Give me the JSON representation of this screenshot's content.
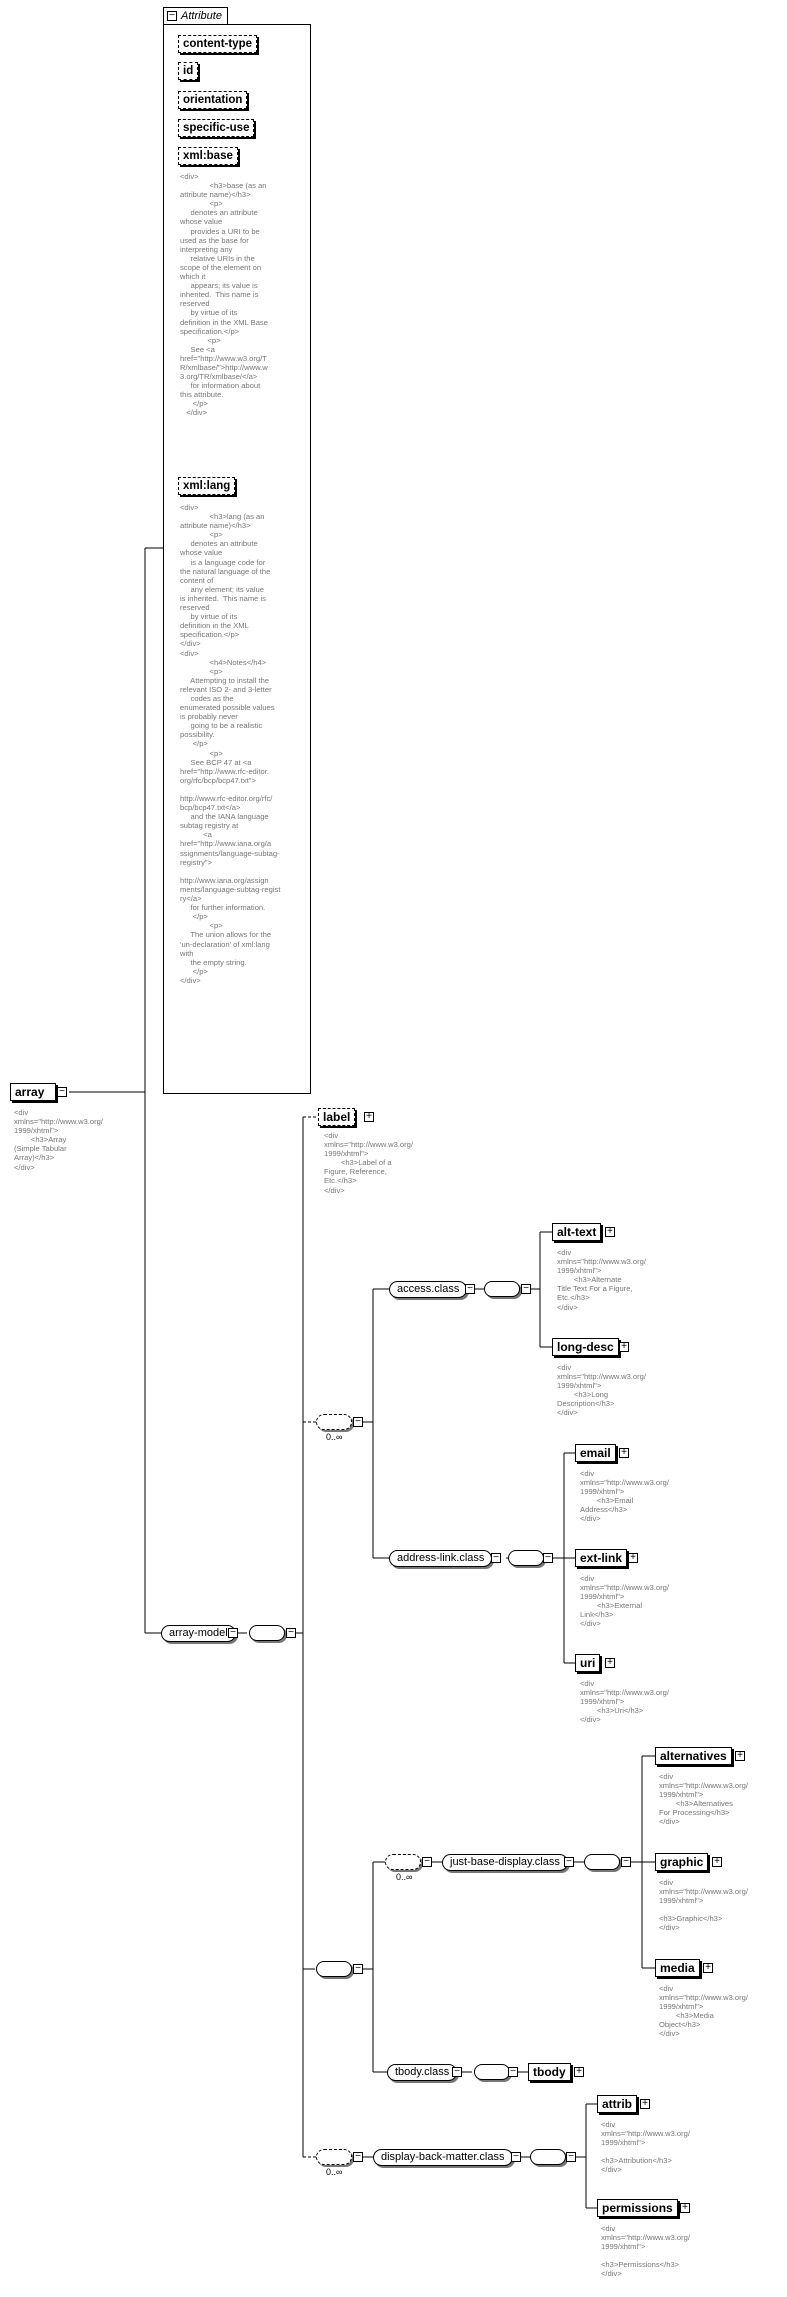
{
  "attribute_group": {
    "title": "Attribute",
    "attributes": [
      {
        "name": "content-type"
      },
      {
        "name": "id"
      },
      {
        "name": "orientation"
      },
      {
        "name": "specific-use"
      },
      {
        "name": "xml:base",
        "doc": "<div>\n              <h3>base (as an\nattribute name)</h3>\n              <p>\n     denotes an attribute\nwhose value\n     provides a URI to be\nused as the base for\ninterpreting any\n     relative URIs in the\nscope of the element on\nwhich it\n     appears; its value is\ninherited.  This name is\nreserved\n     by virtue of its\ndefinition in the XML Base\nspecification.</p>\n             <p>\n     See <a\nhref=\"http://www.w3.org/T\nR/xmlbase/\">http://www.w\n3.org/TR/xmlbase/</a>\n     for information about\nthis attribute.\n      </p>\n   </div>"
      },
      {
        "name": "xml:lang",
        "doc": "<div>\n              <h3>lang (as an\nattribute name)</h3>\n              <p>\n     denotes an attribute\nwhose value\n     is a language code for\nthe natural language of the\ncontent of\n     any element; its value\nis inherited.  This name is\nreserved\n     by virtue of its\ndefinition in the XML\nspecification.</p>\n</div>\n<div>\n              <h4>Notes</h4>\n              <p>\n     Attempting to install the\nrelevant ISO 2- and 3-letter\n     codes as the\nenumerated possible values\nis probably never\n     going to be a realistic\npossibility.\n      </p>\n              <p>\n     See BCP 47 at <a\nhref=\"http://www.rfc-editor.\norg/rfc/bcp/bcp47.txt\">\n\nhttp://www.rfc-editor.org/rfc/\nbcp/bcp47.txt</a>\n     and the IANA language\nsubtag registry at\n           <a\nhref=\"http://www.iana.org/a\nssignments/language-subtag-\nregistry\">\n\nhttp://www.iana.org/assign\nments/language-subtag-regist\nry</a>\n     for further information.\n      </p>\n              <p>\n     The union allows for the\n'un-declaration' of xml:lang\nwith\n     the empty string.\n      </p>\n</div>"
      }
    ]
  },
  "root": {
    "name": "array",
    "doc": "<div\nxmlns=\"http://www.w3.org/\n1999/xhtml\">\n        <h3>Array\n(Simple Tabular\nArray)</h3>\n</div>"
  },
  "array_model": {
    "name": "array-model"
  },
  "label": {
    "name": "label",
    "doc": "<div\nxmlns=\"http://www.w3.org/\n1999/xhtml\">\n        <h3>Label of a\nFigure, Reference,\nEtc.</h3>\n</div>"
  },
  "occurrence": "0..∞",
  "access_class": {
    "name": "access.class",
    "elements": [
      {
        "name": "alt-text",
        "doc": "<div\nxmlns=\"http://www.w3.org/\n1999/xhtml\">\n        <h3>Alternate\nTitle Text For a Figure,\nEtc.</h3>\n</div>"
      },
      {
        "name": "long-desc",
        "doc": "<div\nxmlns=\"http://www.w3.org/\n1999/xhtml\">\n        <h3>Long\nDescription</h3>\n</div>"
      }
    ]
  },
  "address_link_class": {
    "name": "address-link.class",
    "elements": [
      {
        "name": "email",
        "doc": "<div\nxmlns=\"http://www.w3.org/\n1999/xhtml\">\n        <h3>Email\nAddress</h3>\n</div>"
      },
      {
        "name": "ext-link",
        "doc": "<div\nxmlns=\"http://www.w3.org/\n1999/xhtml\">\n        <h3>External\nLink</h3>\n</div>"
      },
      {
        "name": "uri",
        "doc": "<div\nxmlns=\"http://www.w3.org/\n1999/xhtml\">\n        <h3>Uri</h3>\n</div>"
      }
    ]
  },
  "just_base_display_class": {
    "name": "just-base-display.class",
    "elements": [
      {
        "name": "alternatives",
        "doc": "<div\nxmlns=\"http://www.w3.org/\n1999/xhtml\">\n        <h3>Alternatives\nFor Processing</h3>\n</div>"
      },
      {
        "name": "graphic",
        "doc": "<div\nxmlns=\"http://www.w3.org/\n1999/xhtml\">\n\n<h3>Graphic</h3>\n</div>"
      },
      {
        "name": "media",
        "doc": "<div\nxmlns=\"http://www.w3.org/\n1999/xhtml\">\n        <h3>Media\nObject</h3>\n</div>"
      }
    ]
  },
  "tbody_class": {
    "name": "tbody.class",
    "element": "tbody"
  },
  "display_back_matter_class": {
    "name": "display-back-matter.class",
    "elements": [
      {
        "name": "attrib",
        "doc": "<div\nxmlns=\"http://www.w3.org/\n1999/xhtml\">\n\n<h3>Attribution</h3>\n</div>"
      },
      {
        "name": "permissions",
        "doc": "<div\nxmlns=\"http://www.w3.org/\n1999/xhtml\">\n\n<h3>Permissions</h3>\n</div>"
      }
    ]
  }
}
